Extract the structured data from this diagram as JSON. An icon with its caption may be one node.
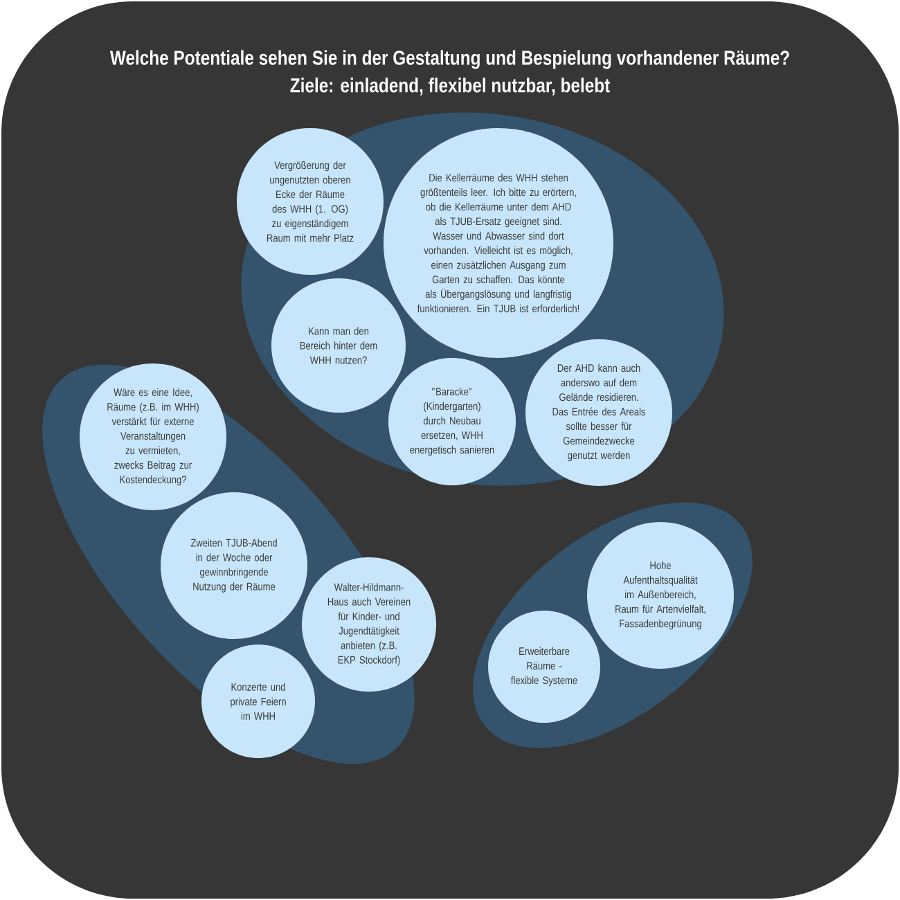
{
  "diagram": {
    "title": "Welche Potentiale sehen Sie in der Gestaltung und Bespielung vorhandener Räume?",
    "labels": [
      "Ziele: einladend, flexibel nutzbar, belebt"
    ],
    "nodes": [
      {
        "text": [],
        "shape": "ellipse"
      },
      {
        "text": [
          "Vergrößerung der ungenutzten oberen Ecke der Räume des WHH (1. OG) zu eigenständigem Raum mit mehr Platz"
        ],
        "in": 0
      },
      {
        "text": [
          "Die Kellerräume des WHH stehen größtenteils leer. Ich bitte zu erörtern, ob die Kellerräume unter dem AHD als TJUB-Ersatz geeignet sind. Wasser und Abwasser sind dort vorhanden. Vielleicht ist es möglich, einen zusätzlichen Ausgang zum Garten zu schaffen. Das könnte als Übergangslösung und langfristig funktionieren. Ein TJUB ist erforderlich!"
        ],
        "in": 0
      },
      {
        "text": [
          "Kann man den Bereich hinter dem WHH nutzen?"
        ],
        "in": 0
      },
      {
        "text": [
          "\"Baracke\" (Kindergarten) durch Neubau ersetzen, WHH energetisch sanieren"
        ],
        "in": 0
      },
      {
        "text": [
          "Der AHD kann auch anderswo auf dem Gelände residieren. Das Entrée des Areals sollte besser für Gemeindezwecke genutzt werden"
        ],
        "in": 0
      },
      {
        "text": [],
        "shape": "ellipse"
      },
      {
        "text": [
          "Wäre es eine Idee, Räume (z.B. im WHH) verstärkt für externe Veranstaltungen zu vermieten, zwecks Beitrag zur Kostendeckung?"
        ],
        "in": 6
      },
      {
        "text": [
          "Zweiten TJUB-Abend in der Woche oder gewinnbringende Nutzung der Räume"
        ],
        "in": 6
      },
      {
        "text": [
          "Walter-Hildmann-Haus auch Vereinen für Kinder- und Jugendtätigkeit anbieten (z.B. EKP Stockdorf)"
        ],
        "in": 6
      },
      {
        "text": [
          "Konzerte und private Feiern im WHH"
        ],
        "in": 6
      },
      {
        "text": [],
        "shape": "ellipse"
      },
      {
        "text": [
          "Hohe Aufenthaltsqualität im Außenbereich, Raum für Artenvielfalt, Fassadenbegrünung"
        ],
        "in": 11
      },
      {
        "text": [
          "Erweiterbare Räume - flexible Systeme"
        ],
        "in": 11
      }
    ]
  }
}
